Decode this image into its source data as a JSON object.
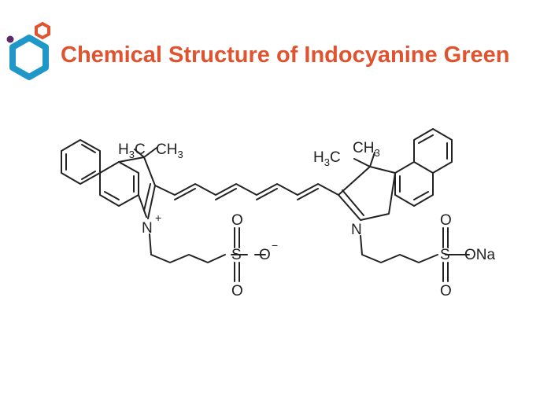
{
  "header": {
    "title": "Chemical Structure of Indocyanine Green",
    "logo_icon": "hexagon-molecule-logo"
  },
  "colors": {
    "title": "#e0532f",
    "logo_blue": "#1f97c9",
    "logo_orange": "#e0532f",
    "logo_purple": "#5c2a6b",
    "ink": "#222222"
  },
  "structure": {
    "left": {
      "methyl_a_main": "H",
      "methyl_a_sub": "3",
      "methyl_a_tail": "C",
      "methyl_b_main": "CH",
      "methyl_b_sub": "3",
      "nitrogen": "N",
      "nitrogen_charge": "+",
      "sulfur": "S",
      "oxygen_top": "O",
      "oxygen_bottom": "O",
      "oxygen_anion": "O",
      "anion_charge": "−"
    },
    "right": {
      "methyl_a_main": "H",
      "methyl_a_sub": "3",
      "methyl_a_tail": "C",
      "methyl_b_main": "CH",
      "methyl_b_sub": "3",
      "nitrogen": "N",
      "sulfur": "S",
      "oxygen_top": "O",
      "oxygen_bottom": "O",
      "sodium_salt": "ONa"
    }
  }
}
